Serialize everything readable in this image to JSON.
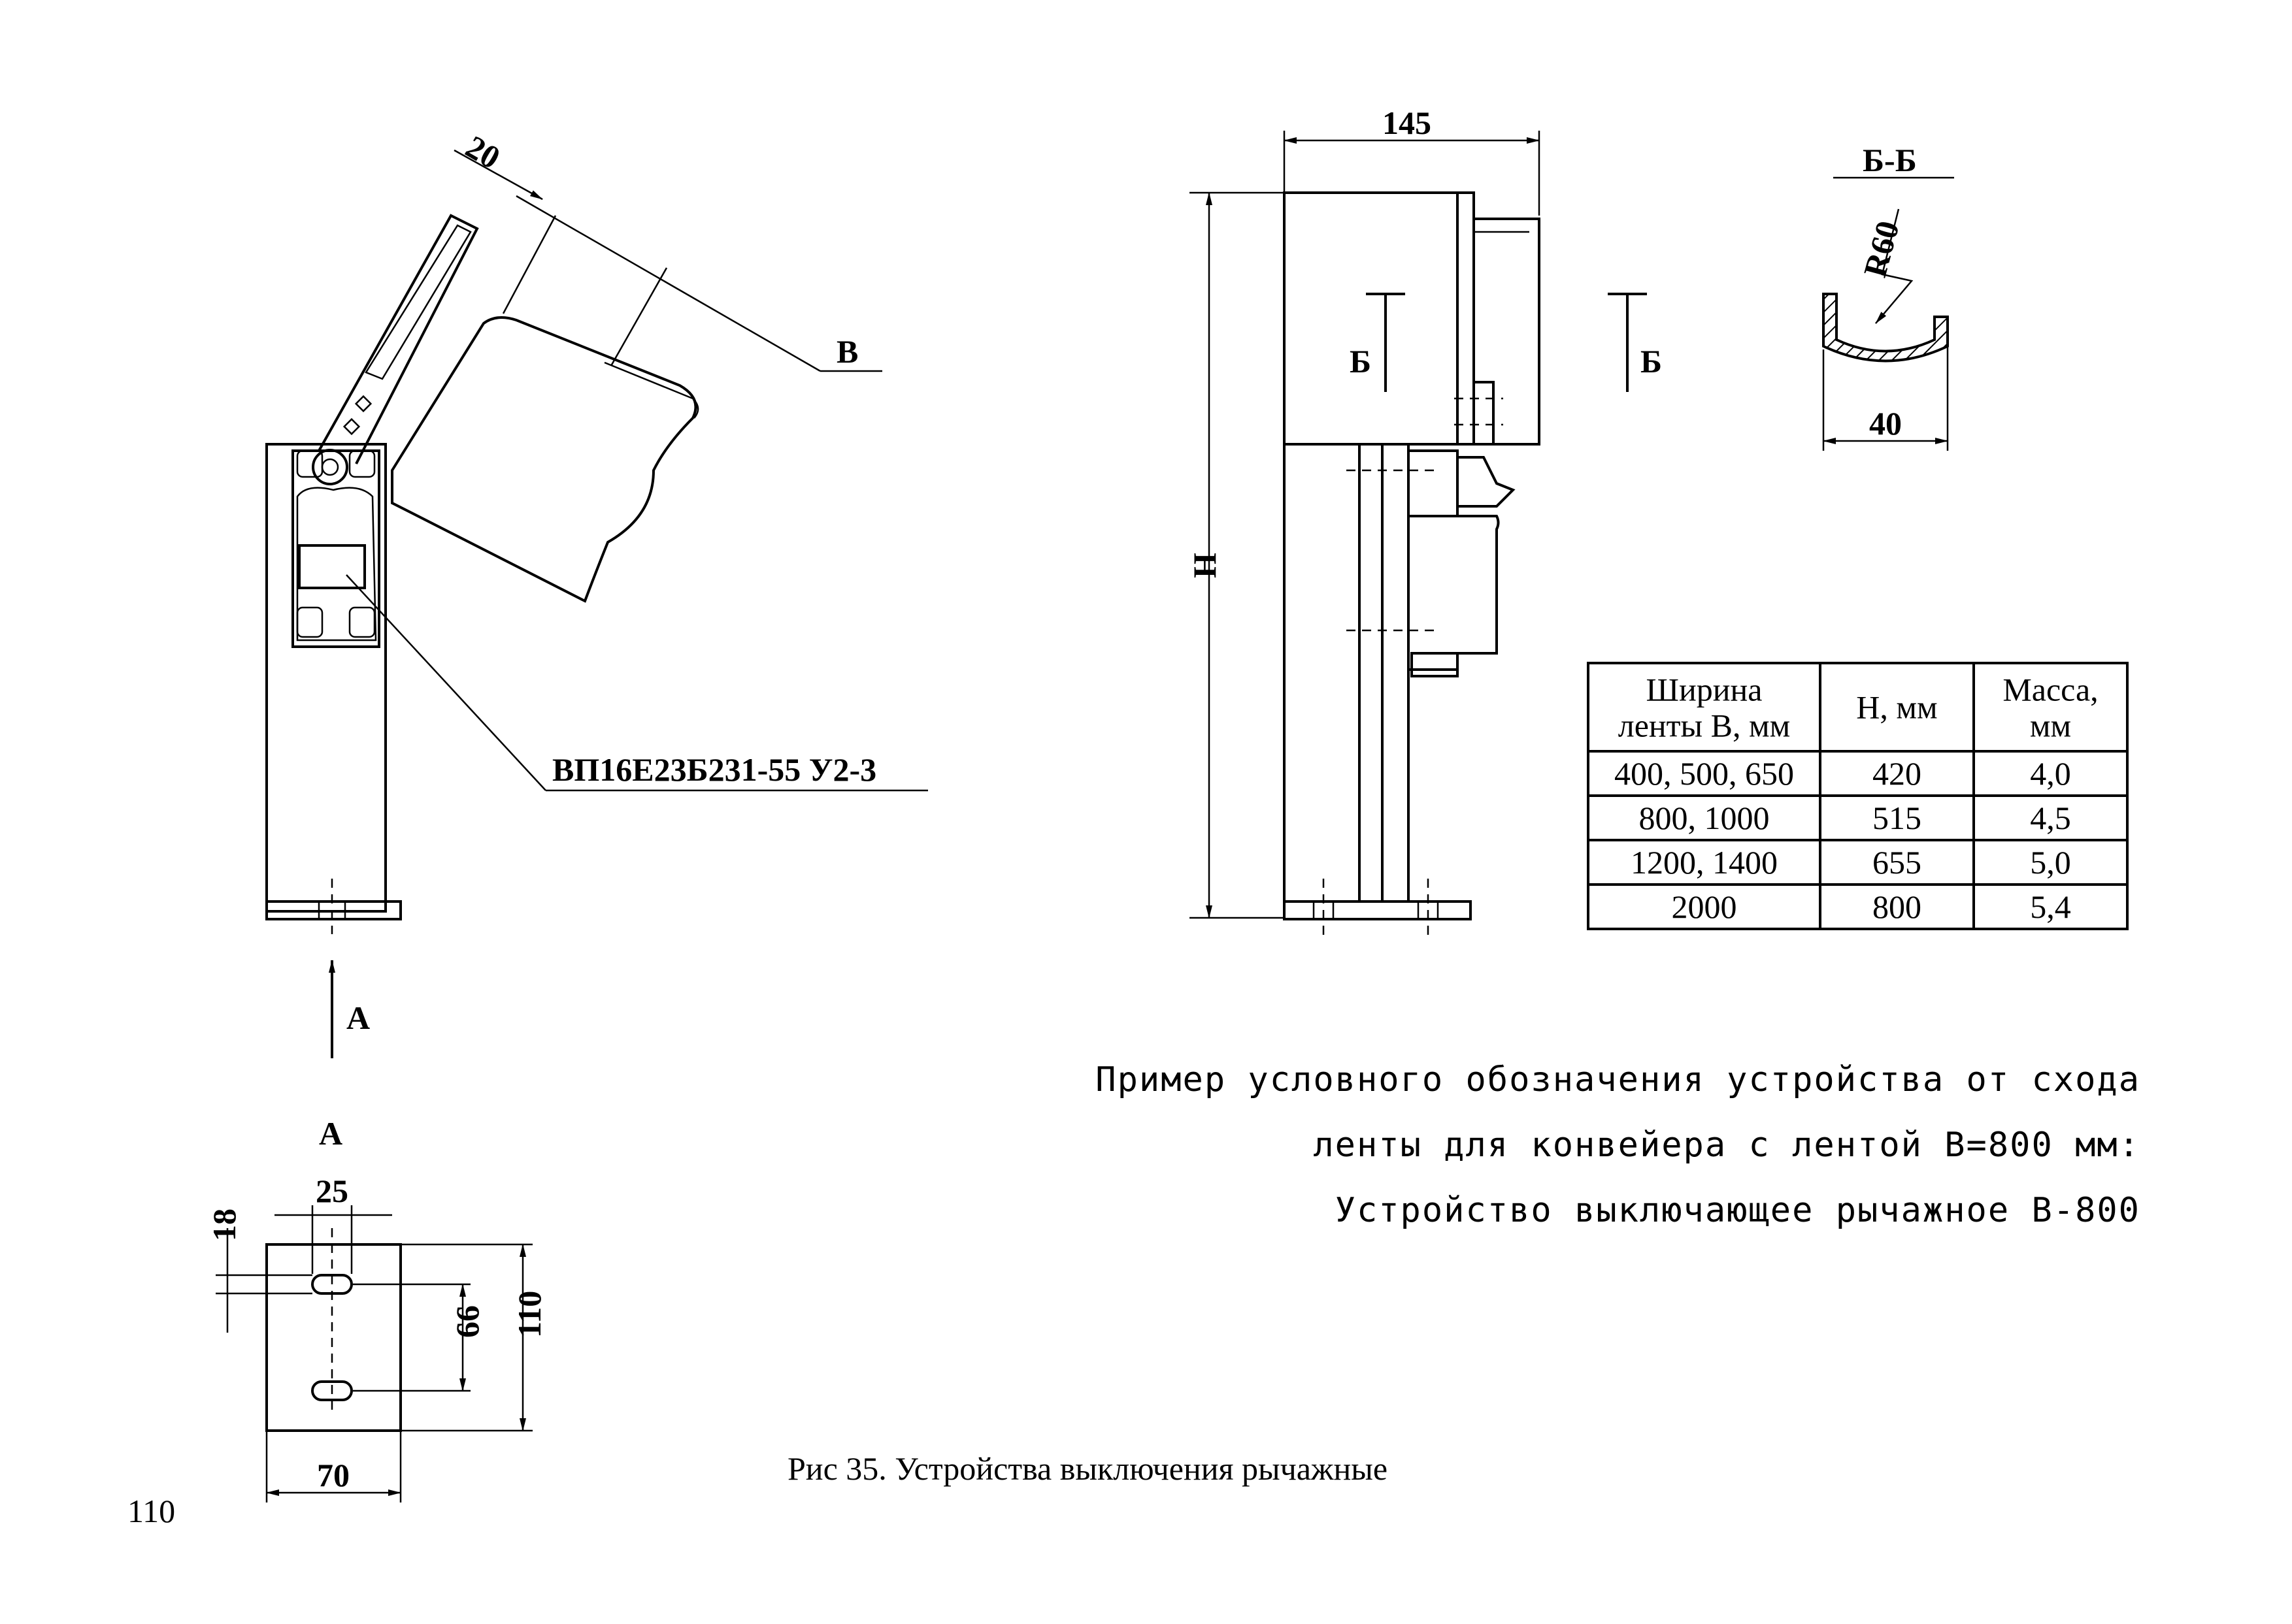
{
  "page_number": "110",
  "view_a_arrow_label": "А",
  "leader_b_label": "В",
  "dim_20": "20",
  "switch_designation": "ВП16Е23Б231-55 У2-3",
  "view_a": {
    "title": "А",
    "dim_25": "25",
    "dim_18": "18",
    "dim_66": "66",
    "dim_110": "110",
    "dim_70": "70"
  },
  "side_view": {
    "dim_145": "145",
    "dim_h": "Н",
    "section_left": "Б",
    "section_right": "Б"
  },
  "section_bb": {
    "title": "Б-Б",
    "radius": "R60",
    "width": "40"
  },
  "table": {
    "headers": [
      "Ширина ленты В, мм",
      "Н, мм",
      "Масса, мм"
    ],
    "header_lines": [
      [
        "Ширина",
        "ленты В, мм"
      ],
      [
        "Н, мм"
      ],
      [
        "Масса,",
        "мм"
      ]
    ],
    "rows": [
      [
        "400, 500, 650",
        "420",
        "4,0"
      ],
      [
        "800, 1000",
        "515",
        "4,5"
      ],
      [
        "1200, 1400",
        "655",
        "5,0"
      ],
      [
        "2000",
        "800",
        "5,4"
      ]
    ]
  },
  "example": {
    "line1": "Пример условного обозначения устройства от схода",
    "line2": "ленты для конвейера с лентой В=800 мм:",
    "line3": "Устройство выключающее рычажное В-800"
  },
  "caption": "Рис 35. Устройства выключения рычажные"
}
